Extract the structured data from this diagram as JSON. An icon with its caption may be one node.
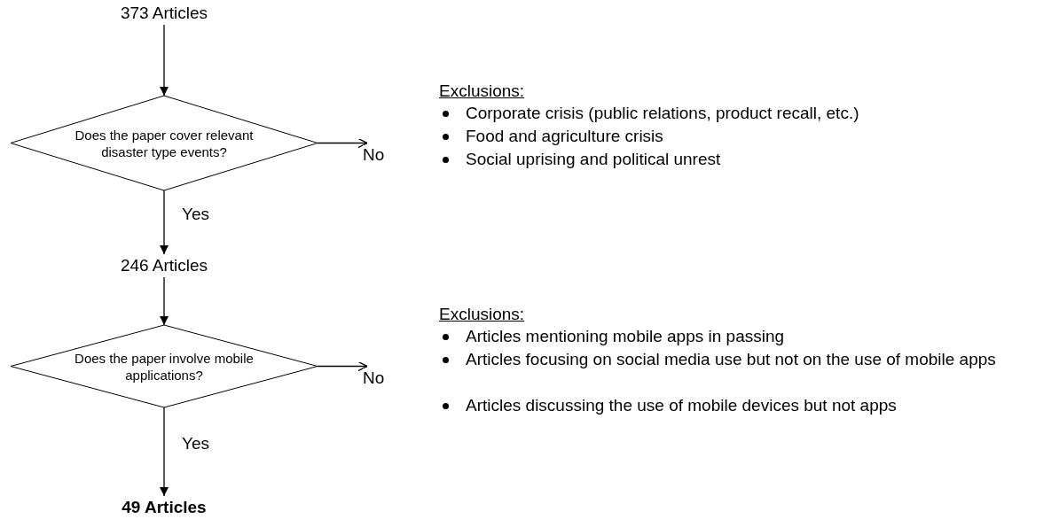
{
  "diagram": {
    "nodes": [
      {
        "text": [
          "373 Articles"
        ]
      },
      {
        "text": [
          "Does the paper cover relevant disaster type events?"
        ]
      },
      {
        "text": [
          "246 Articles"
        ]
      },
      {
        "text": [
          "Does the paper involve mobile applications?"
        ]
      },
      {
        "text": [
          "49 Articles"
        ]
      }
    ],
    "edges": [
      {
        "from": 0,
        "to": 1,
        "arrow": "to"
      },
      {
        "from": 1,
        "to": null,
        "arrow": "to",
        "label": "No"
      },
      {
        "from": 1,
        "to": 2,
        "arrow": "to",
        "label": "Yes"
      },
      {
        "from": 2,
        "to": 3,
        "arrow": "to"
      },
      {
        "from": 3,
        "to": null,
        "arrow": "to",
        "label": "No"
      },
      {
        "from": 3,
        "to": 4,
        "arrow": "to",
        "label": "Yes"
      }
    ],
    "labels": [
      "Exclusions:",
      "Corporate crisis (public relations, product recall, etc.)",
      "Food and agriculture crisis",
      "Social uprising and political unrest",
      "Exclusions:",
      "Articles mentioning mobile apps in passing",
      "Articles focusing on social media use but not on the use of mobile apps",
      "Articles discussing the use of mobile devices but not apps"
    ]
  }
}
